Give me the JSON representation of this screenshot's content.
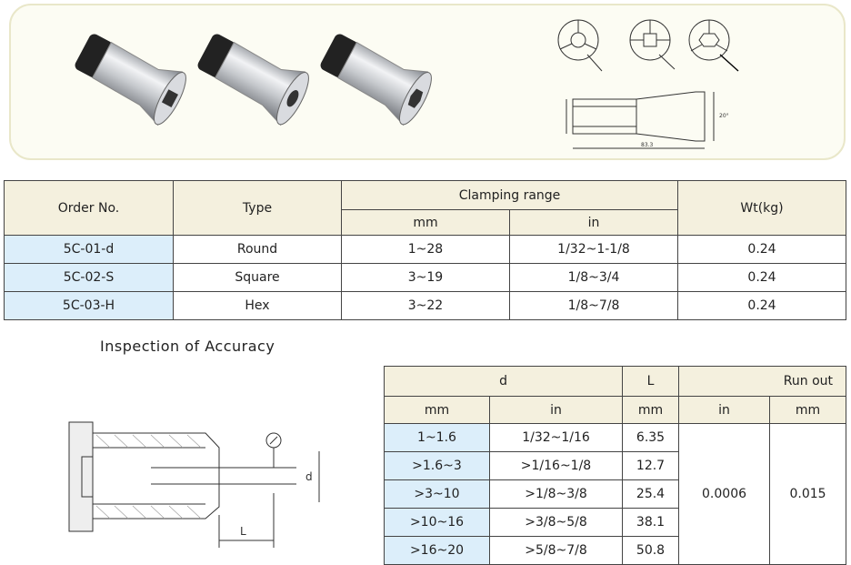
{
  "spec_table": {
    "headers": {
      "order_no": "Order No.",
      "type": "Type",
      "clamping_range": "Clamping range",
      "mm": "mm",
      "in": "in",
      "wt": "Wt(kg)"
    },
    "rows": [
      {
        "order_no": "5C-01-d",
        "type": "Round",
        "mm": "1~28",
        "in": "1/32~1-1/8",
        "wt": "0.24"
      },
      {
        "order_no": "5C-02-S",
        "type": "Square",
        "mm": "3~19",
        "in": "1/8~3/4",
        "wt": "0.24"
      },
      {
        "order_no": "5C-03-H",
        "type": "Hex",
        "mm": "3~22",
        "in": "1/8~7/8",
        "wt": "0.24"
      }
    ]
  },
  "inspection": {
    "title": "Inspection of Accuracy",
    "headers": {
      "d": "d",
      "L": "L",
      "run_out": "Run out",
      "mm": "mm",
      "in": "in"
    },
    "rows": [
      {
        "d_mm": "1~1.6",
        "d_in": "1/32~1/16",
        "L_mm": "6.35"
      },
      {
        "d_mm": ">1.6~3",
        "d_in": ">1/16~1/8",
        "L_mm": "12.7"
      },
      {
        "d_mm": ">3~10",
        "d_in": ">1/8~3/8",
        "L_mm": "25.4"
      },
      {
        "d_mm": ">10~16",
        "d_in": ">3/8~5/8",
        "L_mm": "38.1"
      },
      {
        "d_mm": ">16~20",
        "d_in": ">5/8~7/8",
        "L_mm": "50.8"
      }
    ],
    "runout_in": "0.0006",
    "runout_mm": "0.015"
  },
  "drawing_labels": {
    "d": "d",
    "L": "L",
    "dim_length": "83.3",
    "dim_angle": "20°"
  }
}
